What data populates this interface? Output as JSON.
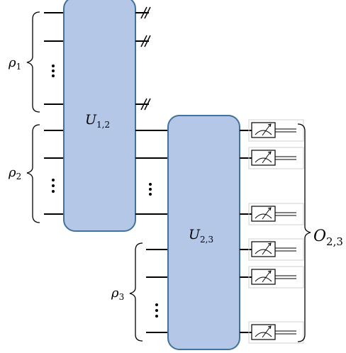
{
  "labels": {
    "rho1": {
      "base": "ρ",
      "sub": "1"
    },
    "rho2": {
      "base": "ρ",
      "sub": "2"
    },
    "rho3": {
      "base": "ρ",
      "sub": "3"
    },
    "u12": {
      "base": "U",
      "sub": "1,2"
    },
    "u23": {
      "base": "U",
      "sub": "2,3"
    },
    "o23": {
      "base": "O",
      "sub": "2,3"
    }
  },
  "colors": {
    "gate_fill": "#b4c7e7",
    "gate_stroke": "#41719c",
    "wire": "#000000"
  },
  "icons": {
    "ellipsis": "vertical-ellipsis",
    "discard": "double-slash-discard",
    "meter": "measurement-meter"
  }
}
